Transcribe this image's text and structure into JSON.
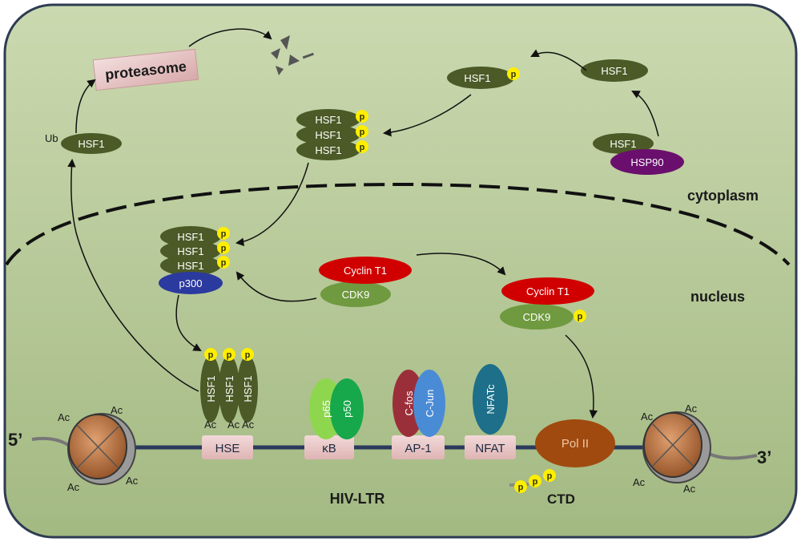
{
  "compartments": {
    "cytoplasm": "cytoplasm",
    "nucleus": "nucleus"
  },
  "proteasome": "proteasome",
  "ub": "Ub",
  "hsf1": "HSF1",
  "hsp90": "HSP90",
  "phospho": "p",
  "p300": "p300",
  "cyclin_t1": "Cyclin T1",
  "cdk9": "CDK9",
  "factors": {
    "p65": "p65",
    "p50": "p50",
    "cfos": "C-fos",
    "cjun": "C-Jun",
    "nfatc": "NFATc"
  },
  "sites": {
    "hse": "HSE",
    "kb": "κB",
    "ap1": "AP-1",
    "nfat": "NFAT"
  },
  "pol2": "Pol II",
  "ctd": "CTD",
  "ac": "Ac",
  "ends": {
    "five": "5’",
    "three": "3’"
  },
  "hiv_ltr": "HIV-LTR",
  "colors": {
    "cell_fill_top": "#c8d7ac",
    "cell_fill_bottom": "#a6bb85",
    "hsf1": "#4b5a26",
    "hsp90": "#6a0f6e",
    "p300": "#2b3a9e",
    "cyclin_t1": "#d10000",
    "cdk9": "#6f9a3f",
    "phospho": "#ffee00",
    "pol2": "#a04a0f",
    "site_box": "#e8c4c4"
  }
}
